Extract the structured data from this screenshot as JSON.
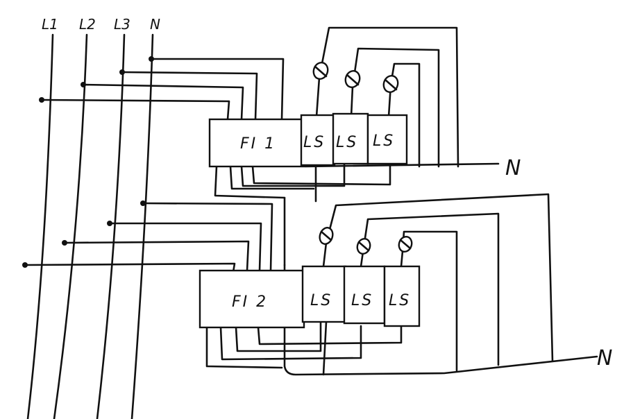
{
  "bus_labels": {
    "l1": "L1",
    "l2": "L2",
    "l3": "L3",
    "n": "N"
  },
  "upper_panel": {
    "fi_label": "FI 1",
    "ls_labels": [
      "LS",
      "LS",
      "LS"
    ],
    "neutral_label": "N"
  },
  "lower_panel": {
    "fi_label": "FI 2",
    "ls_labels": [
      "LS",
      "LS",
      "LS"
    ],
    "neutral_label": "N"
  }
}
